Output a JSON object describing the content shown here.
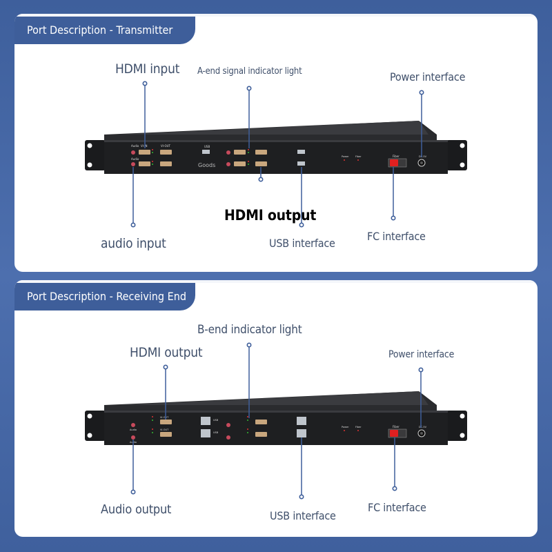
{
  "transmitter": {
    "title": "Port Description - Transmitter",
    "labels": {
      "hdmi_input": "HDMI input",
      "a_end_indicator": "A-end signal indicator light",
      "power_interface": "Power interface",
      "audio_input": "audio input",
      "hdmi_output": "HDMI output",
      "usb_interface": "USB interface",
      "fc_interface": "FC interface"
    },
    "device_text": {
      "audio": "Audio",
      "vin": "VI-IN",
      "vout": "VI-OUT",
      "usb": "USB",
      "goods": "Goods",
      "power": "Power",
      "fiber": "Fiber",
      "fiber_port": "Fiber",
      "dc": "DC-5V"
    }
  },
  "receiver": {
    "title": "Port Description - Receiving End",
    "labels": {
      "b_end_indicator": "B-end indicator light",
      "hdmi_output": "HDMI output",
      "power_interface": "Power interface",
      "audio_output": "Audio output",
      "usb_interface": "USB interface",
      "fc_interface": "FC interface"
    },
    "device_text": {
      "audio": "Audio",
      "vout": "VI-OUT",
      "usb": "USB",
      "power": "Power",
      "fiber": "Fiber",
      "fiber_port": "Fiber",
      "dc": "DC-5V"
    }
  },
  "colors": {
    "background": "#4d6fae",
    "tab": "#3e5e9a",
    "callout_line": "#3e5e9a",
    "device_body": "#1e1f21",
    "fiber_port": "#e02020"
  }
}
